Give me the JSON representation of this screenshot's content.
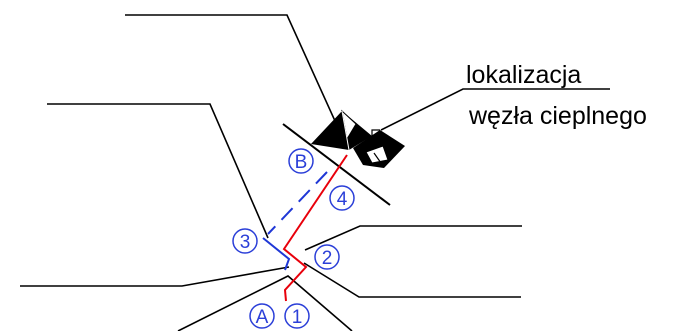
{
  "callout": {
    "line1": "lokalizacja",
    "line2": "węzła cieplnego"
  },
  "markers": {
    "A": "A",
    "B": "B",
    "n1": "1",
    "n2": "2",
    "n3": "3",
    "n4": "4"
  },
  "colors": {
    "outline": "#000000",
    "route_red": "#e8000b",
    "route_blue": "#1f37d6",
    "label_blue": "#2b3fd8"
  }
}
